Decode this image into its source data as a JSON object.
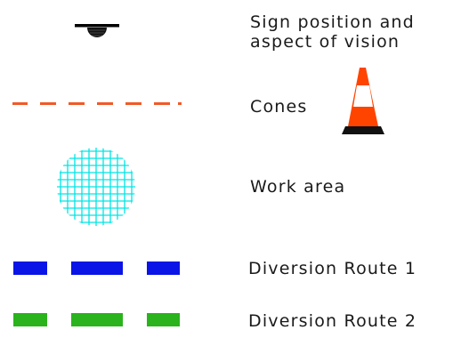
{
  "legend": {
    "items": [
      {
        "key": "sign",
        "lines": [
          "Sign position and",
          "aspect of vision"
        ]
      },
      {
        "key": "cones",
        "lines": [
          "Cones"
        ]
      },
      {
        "key": "work_area",
        "lines": [
          "Work area"
        ]
      },
      {
        "key": "diversion_1",
        "lines": [
          "Diversion Route 1"
        ]
      },
      {
        "key": "diversion_2",
        "lines": [
          "Diversion Route 2"
        ]
      }
    ]
  },
  "colors": {
    "sign": "#000000",
    "cone_dash": "#f05a28",
    "cone_orange": "#ff4400",
    "cone_stripe": "#ffffff",
    "cone_base": "#111111",
    "work_area_grid": "#00e5e5",
    "diversion_1": "#0a14e6",
    "diversion_2": "#2ab31c",
    "text": "#1a1a1a"
  },
  "icons": {
    "sign": "sign-position-icon",
    "cones": "traffic-cone-icon",
    "work_area": "work-area-grid-icon",
    "diversion_1": "diversion-route-1-dashes",
    "diversion_2": "diversion-route-2-dashes"
  }
}
